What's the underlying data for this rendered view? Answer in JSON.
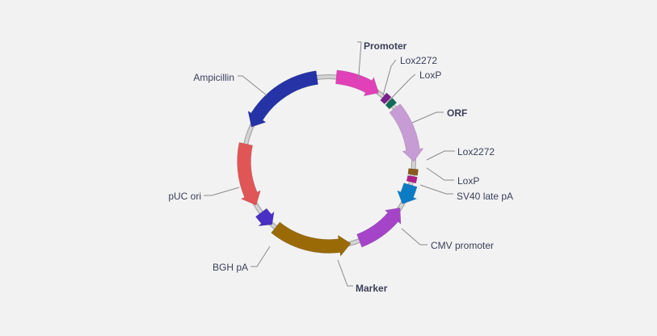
{
  "map": {
    "features": [
      {
        "id": "promoter",
        "label": "Promoter",
        "bold": true,
        "color": "#e040b8",
        "start": 5,
        "end": 36,
        "dir": 1
      },
      {
        "id": "lox2272-a",
        "label": "Lox2272",
        "bold": false,
        "color": "#7a1f8c",
        "start": 40,
        "end": 44,
        "dir": 1
      },
      {
        "id": "loxp-a",
        "label": "LoxP",
        "bold": false,
        "color": "#0f6b5a",
        "start": 45,
        "end": 49,
        "dir": 1
      },
      {
        "id": "orf",
        "label": "ORF",
        "bold": true,
        "color": "#c79bd3",
        "start": 51,
        "end": 90,
        "dir": 1
      },
      {
        "id": "lox2272-b",
        "label": "Lox2272",
        "bold": false,
        "color": "#8a5a1a",
        "start": 95,
        "end": 99,
        "dir": 1
      },
      {
        "id": "loxp-b",
        "label": "LoxP",
        "bold": false,
        "color": "#b0208a",
        "start": 100,
        "end": 104,
        "dir": -1
      },
      {
        "id": "sv40-late-pa",
        "label": "SV40 late pA",
        "bold": false,
        "color": "#0b7cc4",
        "start": 106,
        "end": 120,
        "dir": 1
      },
      {
        "id": "cmv-promoter",
        "label": "CMV promoter",
        "bold": false,
        "color": "#a544c8",
        "start": 123,
        "end": 159,
        "dir": -1
      },
      {
        "id": "marker",
        "label": "Marker",
        "bold": true,
        "color": "#9a6a06",
        "start": 165,
        "end": 219,
        "dir": -1
      },
      {
        "id": "bgh-pa",
        "label": "BGH pA",
        "bold": false,
        "color": "#4a2fc4",
        "start": 222,
        "end": 233,
        "dir": -1
      },
      {
        "id": "puc-ori",
        "label": "pUC ori",
        "bold": false,
        "color": "#e05555",
        "start": 239,
        "end": 282,
        "dir": -1
      },
      {
        "id": "ampicillin",
        "label": "Ampicillin",
        "bold": false,
        "color": "#2533a6",
        "start": 294,
        "end": 352,
        "dir": -1
      }
    ]
  }
}
